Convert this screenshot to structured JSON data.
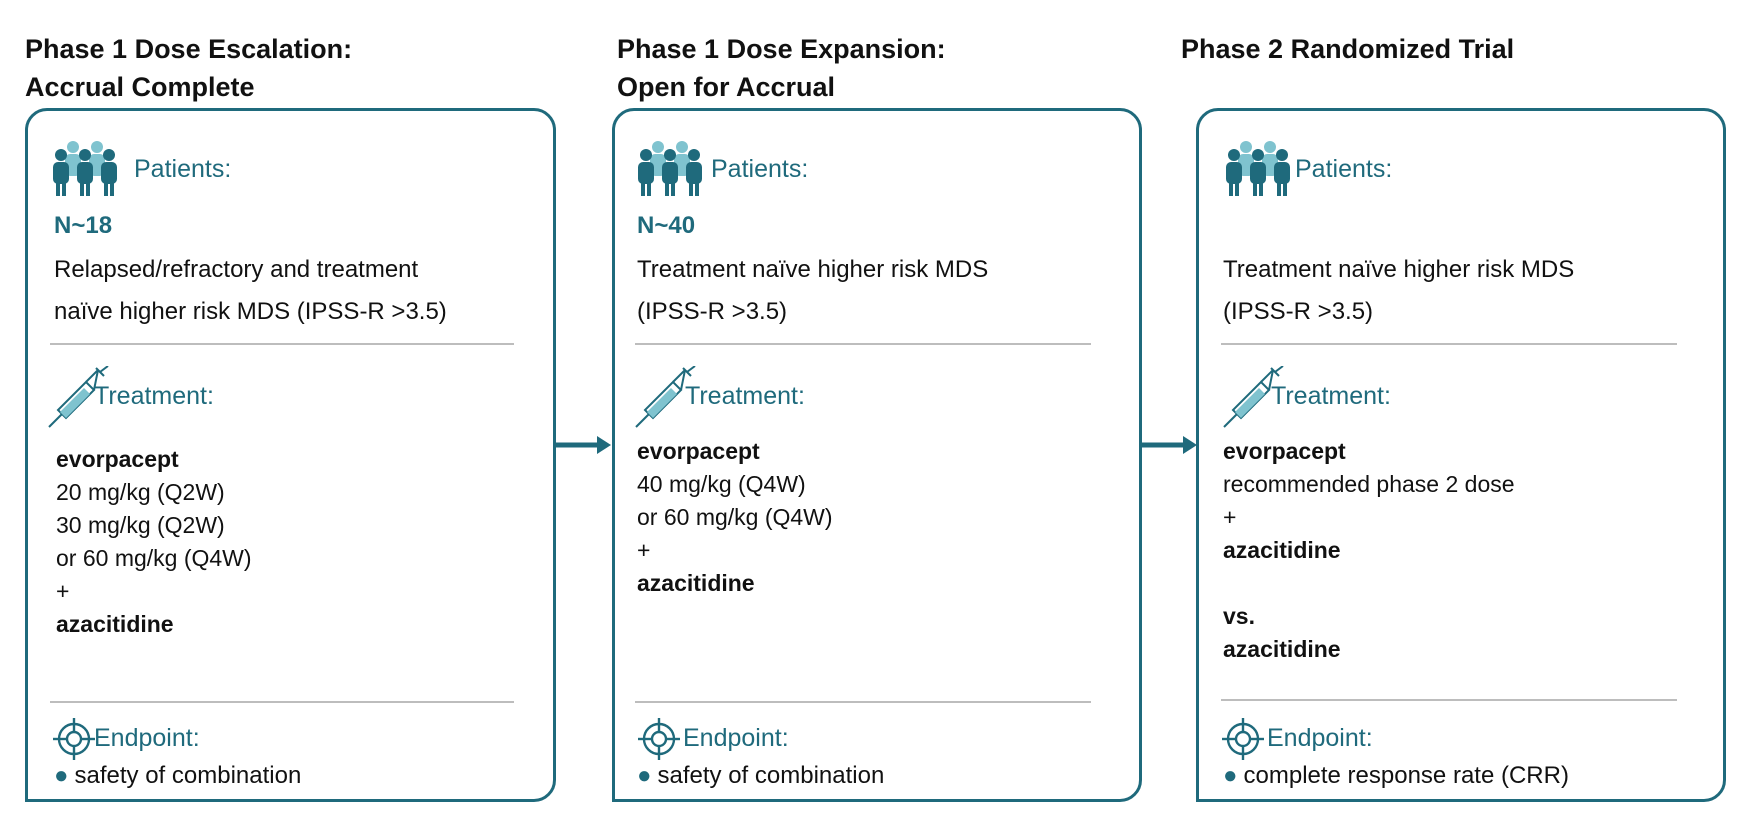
{
  "colors": {
    "accent": "#1f6a7c",
    "accent_light": "#7fc3cf",
    "divider": "#bdbdbd"
  },
  "icons": {
    "patients": "people-group-icon",
    "treatment": "syringe-icon",
    "endpoint": "target-icon",
    "connector": "arrow-right-icon"
  },
  "phases": [
    {
      "title_line1": "Phase 1 Dose Escalation:",
      "title_line2": "Accrual Complete",
      "patients_label": "Patients:",
      "count": "N~18",
      "population": [
        "Relapsed/refractory  and treatment",
        "naïve higher risk  MDS (IPSS-R >3.5)"
      ],
      "treatment_label": "Treatment:",
      "treatment_lines": [
        "evorpacept",
        "20 mg/kg (Q2W)",
        "30 mg/kg (Q2W)",
        "or 60 mg/kg (Q4W)",
        "+",
        "azacitidine"
      ],
      "endpoint_label": "Endpoint:",
      "endpoint": "safety of combination"
    },
    {
      "title_line1": "Phase 1 Dose Expansion:",
      "title_line2": "Open for Accrual",
      "patients_label": "Patients:",
      "count": "N~40",
      "population": [
        "Treatment  naïve higher risk  MDS",
        "(IPSS-R >3.5)"
      ],
      "treatment_label": "Treatment:",
      "treatment_lines": [
        "evorpacept",
        "40 mg/kg (Q4W)",
        "or 60 mg/kg (Q4W)",
        "+",
        "azacitidine"
      ],
      "endpoint_label": "Endpoint:",
      "endpoint": "safety of combination"
    },
    {
      "title_line1": "Phase 2 Randomized Trial",
      "title_line2": "",
      "patients_label": "Patients:",
      "count": "",
      "population": [
        "Treatment  naïve higher risk  MDS",
        "(IPSS-R >3.5)"
      ],
      "treatment_label": "Treatment:",
      "treatment_lines": [
        "evorpacept",
        "recommended phase 2 dose",
        "+",
        "azacitidine",
        "",
        "vs.",
        "azacitidine"
      ],
      "endpoint_label": "Endpoint:",
      "endpoint": "complete response rate (CRR)"
    }
  ]
}
